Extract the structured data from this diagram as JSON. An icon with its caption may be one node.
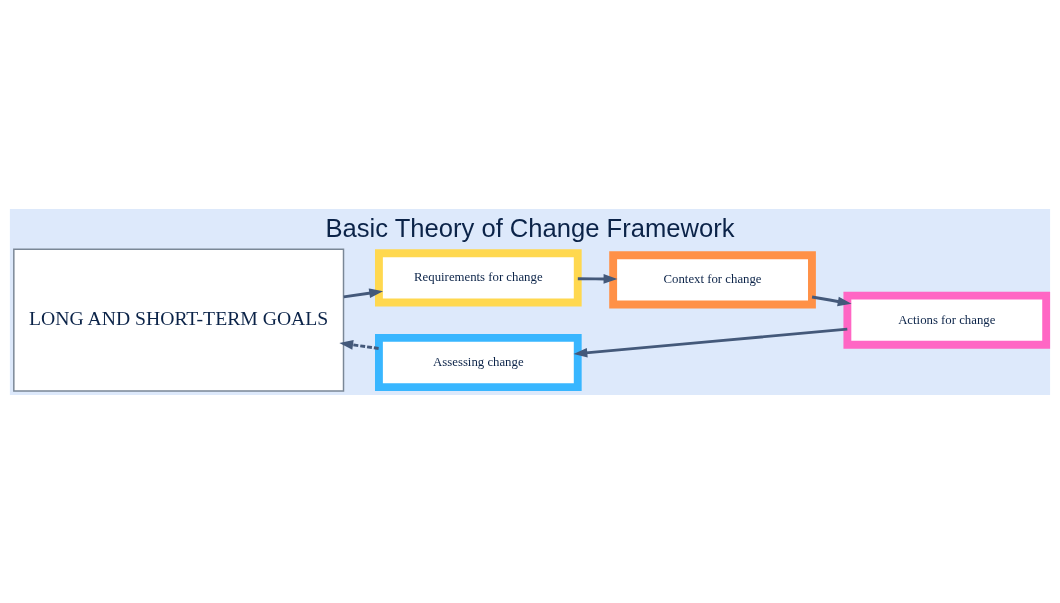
{
  "diagram": {
    "title": "Basic Theory of Change Framework",
    "nodes": [
      {
        "text": [
          "LONG AND SHORT-TERM GOALS"
        ]
      },
      {
        "text": [
          "Requirements for change"
        ]
      },
      {
        "text": [
          "Context for change"
        ]
      },
      {
        "text": [
          "Actions for change"
        ]
      },
      {
        "text": [
          "Assessing change"
        ]
      }
    ],
    "edges": [
      {
        "from": 0,
        "to": 1,
        "arrow": "to"
      },
      {
        "from": 1,
        "to": 2,
        "arrow": "to"
      },
      {
        "from": 2,
        "to": 3,
        "arrow": "to"
      },
      {
        "from": 3,
        "to": 4,
        "arrow": "to"
      },
      {
        "from": 4,
        "to": 0,
        "arrow": "to",
        "style": "dashed"
      }
    ]
  }
}
